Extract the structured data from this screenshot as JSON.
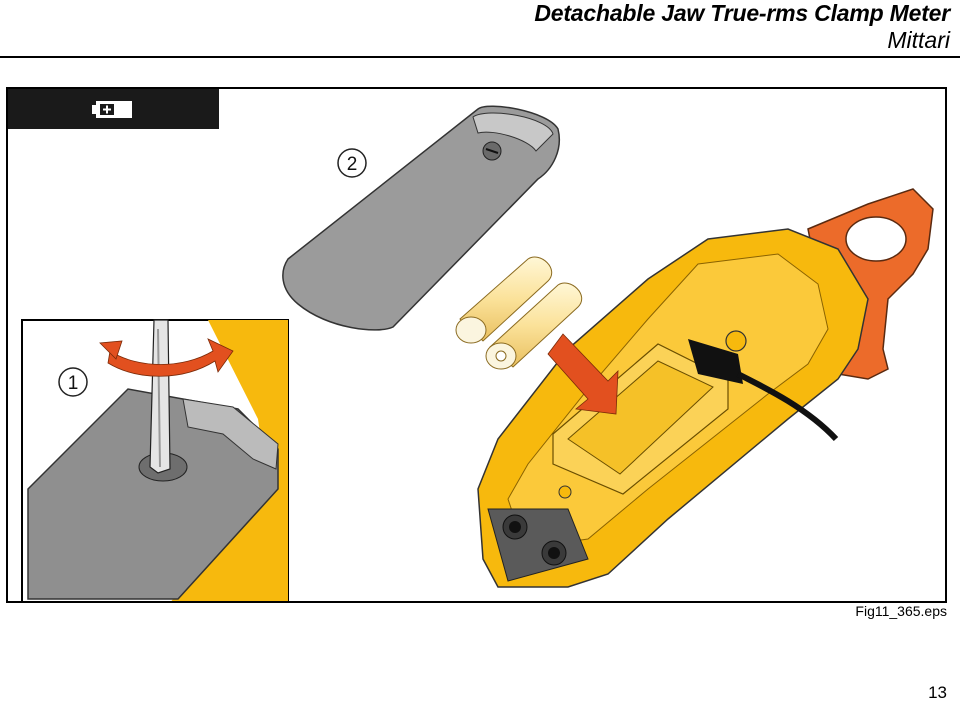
{
  "header": {
    "title": "Detachable Jaw True-rms Clamp Meter",
    "subtitle": "Mittari"
  },
  "figure": {
    "icon": "battery-icon",
    "steps": [
      {
        "number": "1"
      },
      {
        "number": "2"
      }
    ],
    "caption": "Fig11_365.eps"
  },
  "colors": {
    "meter_yellow": "#f7b90d",
    "jaw_orange": "#ec6b2a",
    "cover_gray": "#9b9b9b",
    "arrow_orange": "#e2501f",
    "battery_cream": "#fbe9a3"
  },
  "page": {
    "number": "13"
  }
}
